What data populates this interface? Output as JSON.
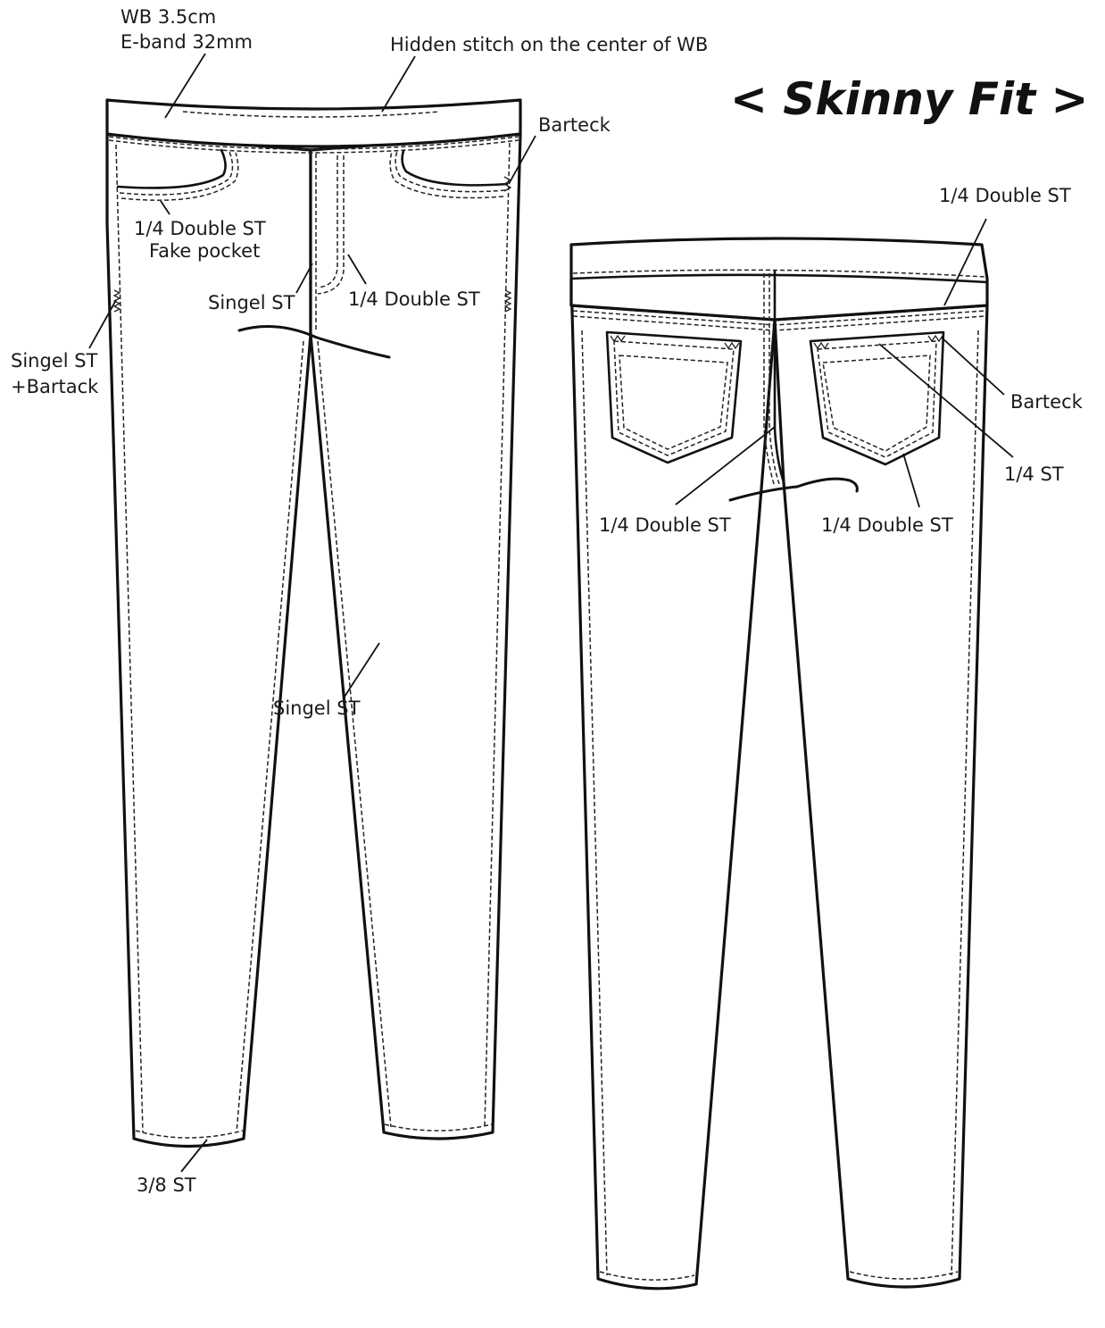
{
  "title": "< Skinny Fit >",
  "front_labels": {
    "wb_width": "WB 3.5cm",
    "eband": "E-band 32mm",
    "hidden_stitch": "Hidden stitch on the center of WB",
    "barteck": "Barteck",
    "pocket_line1": "1/4 Double ST",
    "pocket_line2": "Fake pocket",
    "fly_double": "1/4 Double ST",
    "fly_single": "Singel ST",
    "side_line1": "Singel ST",
    "side_line2": "+Bartack",
    "inseam": "Singel ST",
    "hem": "3/8 ST"
  },
  "back_labels": {
    "yoke": "1/4 Double ST",
    "barteck": "Barteck",
    "pocket_top": "1/4 ST",
    "center_seam": "1/4 Double ST",
    "pocket_edge": "1/4 Double ST"
  }
}
